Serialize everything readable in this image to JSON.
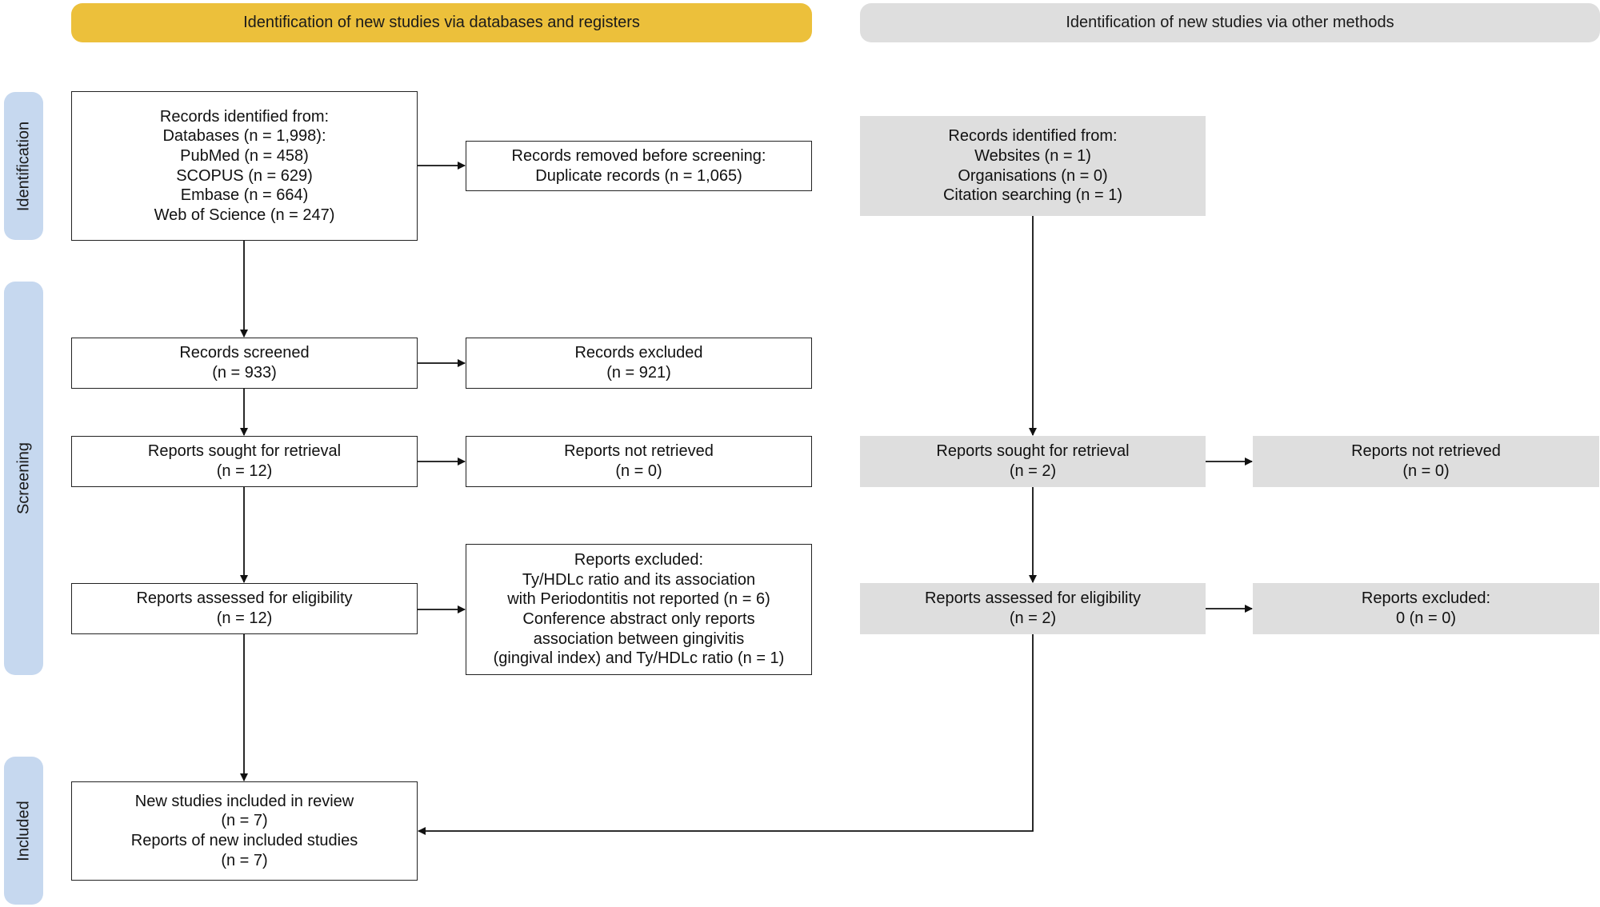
{
  "headers": {
    "databases": "Identification of new studies via databases and registers",
    "other": "Identification of new studies via other methods"
  },
  "phases": {
    "identification": "Identification",
    "screening": "Screening",
    "included": "Included"
  },
  "boxes": {
    "records_db": [
      "Records identified from:",
      "Databases (n = 1,998):",
      "PubMed (n =  458)",
      "SCOPUS (n =  629)",
      "Embase (n =  664)",
      "Web of Science (n =  247)"
    ],
    "removed": [
      "Records removed before screening:",
      "Duplicate records (n = 1,065)"
    ],
    "screened": [
      "Records screened",
      "(n = 933)"
    ],
    "excluded": [
      "Records excluded",
      "(n = 921)"
    ],
    "sought_db": [
      "Reports sought for retrieval",
      "(n = 12)"
    ],
    "not_retrieved_db": [
      "Reports not retrieved",
      "(n = 0)"
    ],
    "assessed_db": [
      "Reports assessed for eligibility",
      "(n = 12)"
    ],
    "reports_excluded_db": [
      "Reports excluded:",
      "Ty/HDLc ratio and its association",
      "with Periodontitis not reported (n = 6)",
      "Conference abstract only reports",
      "association between gingivitis",
      "(gingival index) and Ty/HDLc ratio (n = 1)"
    ],
    "included": [
      "New studies included in review",
      "(n = 7)",
      "Reports of new included studies",
      "(n = 7)"
    ],
    "records_other": [
      "Records identified from:",
      "Websites (n = 1)",
      "Organisations (n = 0)",
      "Citation searching (n = 1)"
    ],
    "sought_other": [
      "Reports sought for retrieval",
      "(n = 2)"
    ],
    "not_retrieved_other": [
      "Reports not retrieved",
      "(n = 0)"
    ],
    "assessed_other": [
      "Reports assessed for eligibility",
      "(n = 2)"
    ],
    "reports_excluded_other": [
      "Reports excluded:",
      "0 (n = 0)"
    ]
  },
  "colors": {
    "databases_header": "#ecc03b",
    "other_header": "#dedede",
    "phase": "#c6d8ef",
    "other_box": "#dedede",
    "line": "#111111"
  }
}
